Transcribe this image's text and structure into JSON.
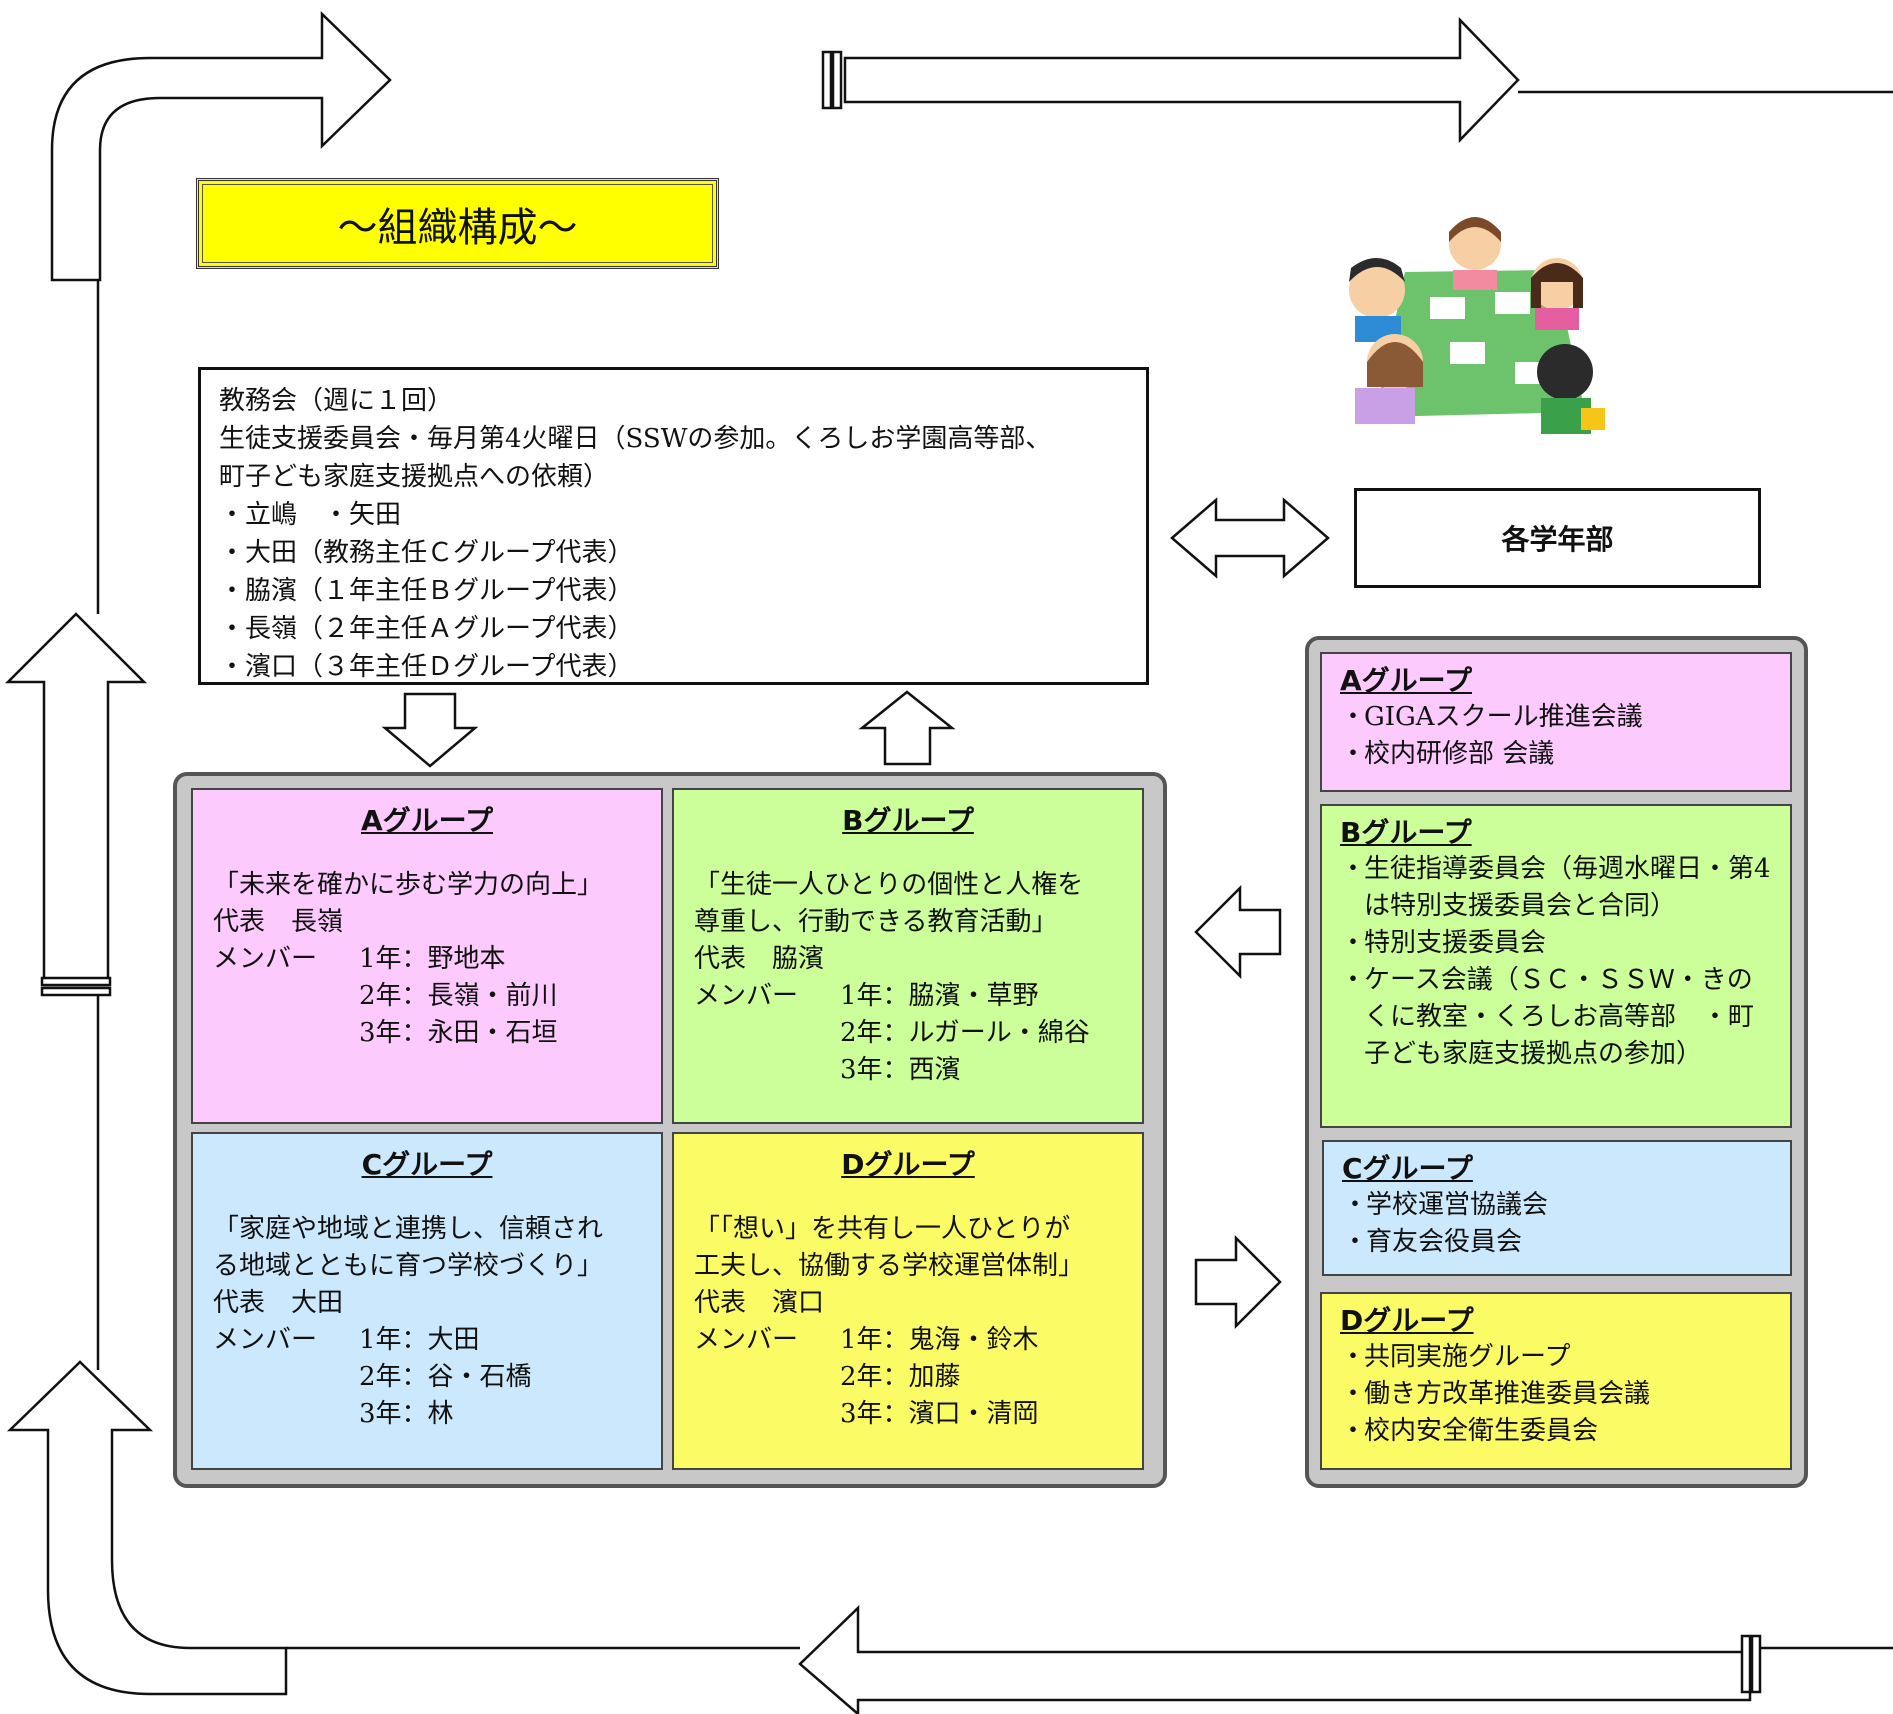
{
  "title": "～組織構成～",
  "main_box": {
    "lines": [
      "教務会（週に１回）",
      "生徒支援委員会・毎月第4火曜日（SSWの参加。くろしお学園高等部、",
      "町子ども家庭支援拠点への依頼）",
      "・立嶋　・矢田",
      "・大田（教務主任Ｃグループ代表）",
      "・脇濱（１年主任Ｂグループ代表）",
      "・長嶺（２年主任Ａグループ代表）",
      "・濱口（３年主任Ｄグループ代表）"
    ]
  },
  "dept_box": "各学年部",
  "groups": {
    "a": {
      "heading": "Aグループ",
      "slogan": [
        "「未来を確かに歩む学力の向上」"
      ],
      "rep": "代表　長嶺",
      "member_label": "メンバー",
      "members": [
        "1年：野地本",
        "2年：長嶺・前川",
        "3年：永田・石垣"
      ]
    },
    "b": {
      "heading": "Bグループ",
      "slogan": [
        "「生徒一人ひとりの個性と人権を",
        "尊重し、行動できる教育活動」"
      ],
      "rep": "代表　脇濱",
      "member_label": "メンバー",
      "members": [
        "1年：脇濱・草野",
        "2年：ルガール・綿谷",
        "3年：西濱"
      ]
    },
    "c": {
      "heading": "Cグループ",
      "slogan": [
        "「家庭や地域と連携し、信頼され",
        "る地域とともに育つ学校づくり」"
      ],
      "rep": "代表　大田",
      "member_label": "メンバー",
      "members": [
        "1年：大田",
        "2年：谷・石橋",
        "3年：林"
      ]
    },
    "d": {
      "heading": "Dグループ",
      "slogan": [
        "「「想い」を共有し一人ひとりが",
        "工夫し、協働する学校運営体制」"
      ],
      "rep": "代表　濱口",
      "member_label": "メンバー",
      "members": [
        "1年：鬼海・鈴木",
        "2年：加藤",
        "3年：濱口・清岡"
      ]
    }
  },
  "side_groups": {
    "a": {
      "heading": "Aグループ",
      "items": [
        "GIGAスクール推進会議",
        "校内研修部 会議"
      ]
    },
    "b": {
      "heading": "Bグループ",
      "items": [
        "生徒指導委員会（毎週水曜日・第4は特別支援委員会と合同）",
        "特別支援委員会",
        "ケース会議（ＳＣ・ＳＳＷ・きのくに教室・くろしお高等部　・町子ども家庭支援拠点の参加）"
      ]
    },
    "c": {
      "heading": "Cグループ",
      "items": [
        "学校運営協議会",
        "育友会役員会"
      ]
    },
    "d": {
      "heading": "Dグループ",
      "items": [
        "共同実施グループ",
        "働き方改革推進委員会議",
        "校内安全衛生委員会"
      ]
    }
  },
  "colors": {
    "title_bg": "#ffff00",
    "group_a": "#fccafc",
    "group_b": "#ccfe99",
    "group_c": "#cce8fc",
    "group_d": "#fbfb66",
    "frame": "#c8c8c8"
  },
  "icons": [
    "meeting-illustration"
  ]
}
